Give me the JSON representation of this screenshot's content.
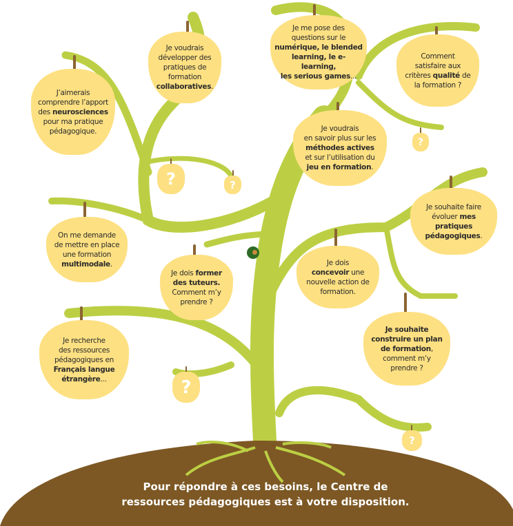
{
  "colors": {
    "branch": "#bccf44",
    "apple": "#fde082",
    "stem": "#8a6432",
    "ground": "#7d5824"
  },
  "apples": [
    {
      "id": "neurosciences",
      "lines": [
        [
          [
            "J’aimerais",
            0
          ]
        ],
        [
          [
            "comprendre l’apport",
            0
          ]
        ],
        [
          [
            "des ",
            0
          ],
          [
            "neurosciences",
            1
          ]
        ],
        [
          [
            "pour ma pratique",
            0
          ]
        ],
        [
          [
            "pédagogique.",
            0
          ]
        ]
      ]
    },
    {
      "id": "collaboratives",
      "lines": [
        [
          [
            "Je voudrais",
            0
          ]
        ],
        [
          [
            "développer des",
            0
          ]
        ],
        [
          [
            "pratiques de",
            0
          ]
        ],
        [
          [
            "formation",
            0
          ]
        ],
        [
          [
            "collaboratives",
            1
          ],
          [
            ".",
            0
          ]
        ]
      ]
    },
    {
      "id": "numerique",
      "lines": [
        [
          [
            "Je me pose des",
            0
          ]
        ],
        [
          [
            "questions sur le",
            0
          ]
        ],
        [
          [
            "numérique, le blended",
            1
          ]
        ],
        [
          [
            "learning, le e-learning,",
            1
          ]
        ],
        [
          [
            "les serious games",
            1
          ],
          [
            "...",
            0
          ]
        ]
      ]
    },
    {
      "id": "qualite",
      "lines": [
        [
          [
            "Comment",
            0
          ]
        ],
        [
          [
            "satisfaire aux",
            0
          ]
        ],
        [
          [
            "critères ",
            0
          ],
          [
            "qualité",
            1
          ],
          [
            " de",
            0
          ]
        ],
        [
          [
            "la formation ?",
            0
          ]
        ]
      ]
    },
    {
      "id": "methodes-actives",
      "lines": [
        [
          [
            "Je voudrais",
            0
          ]
        ],
        [
          [
            "en savoir plus sur les",
            0
          ]
        ],
        [
          [
            "méthodes actives",
            1
          ]
        ],
        [
          [
            "et sur l’utilisation du",
            0
          ]
        ],
        [
          [
            "jeu en formation",
            1
          ],
          [
            ".",
            0
          ]
        ]
      ]
    },
    {
      "id": "multimodale",
      "lines": [
        [
          [
            "On me demande",
            0
          ]
        ],
        [
          [
            "de mettre en place",
            0
          ]
        ],
        [
          [
            "une formation",
            0
          ]
        ],
        [
          [
            "multimodale",
            1
          ],
          [
            ".",
            0
          ]
        ]
      ]
    },
    {
      "id": "pratiques-pedagogiques",
      "lines": [
        [
          [
            "Je souhaite faire",
            0
          ]
        ],
        [
          [
            "évoluer ",
            0
          ],
          [
            "mes",
            1
          ]
        ],
        [
          [
            "pratiques",
            1
          ]
        ],
        [
          [
            "pédagogiques",
            1
          ],
          [
            ".",
            0
          ]
        ]
      ]
    },
    {
      "id": "concevoir",
      "lines": [
        [
          [
            "Je dois",
            0
          ]
        ],
        [
          [
            "concevoir",
            1
          ],
          [
            " une",
            0
          ]
        ],
        [
          [
            "nouvelle action de",
            0
          ]
        ],
        [
          [
            "formation.",
            0
          ]
        ]
      ]
    },
    {
      "id": "tuteurs",
      "lines": [
        [
          [
            "Je dois ",
            0
          ],
          [
            "former",
            1
          ]
        ],
        [
          [
            "des tuteurs.",
            1
          ]
        ],
        [
          [
            "Comment m’y",
            0
          ]
        ],
        [
          [
            "prendre ?",
            0
          ]
        ]
      ]
    },
    {
      "id": "fle",
      "lines": [
        [
          [
            "Je recherche",
            0
          ]
        ],
        [
          [
            "des ressources",
            0
          ]
        ],
        [
          [
            "pédagogiques en",
            0
          ]
        ],
        [
          [
            "Français langue",
            1
          ]
        ],
        [
          [
            "étrangère",
            1
          ],
          [
            "...",
            0
          ]
        ]
      ]
    },
    {
      "id": "plan-formation",
      "lines": [
        [
          [
            "Je souhaite",
            1
          ]
        ],
        [
          [
            "construire un plan",
            1
          ]
        ],
        [
          [
            "de formation",
            1
          ],
          [
            ",",
            0
          ]
        ],
        [
          [
            "comment m’y",
            0
          ]
        ],
        [
          [
            "prendre ?",
            0
          ]
        ]
      ]
    }
  ],
  "question_mark": "?",
  "caption": {
    "line1": "Pour répondre à ces besoins, le Centre de",
    "line2": "ressources pédagogiques est à votre disposition."
  }
}
